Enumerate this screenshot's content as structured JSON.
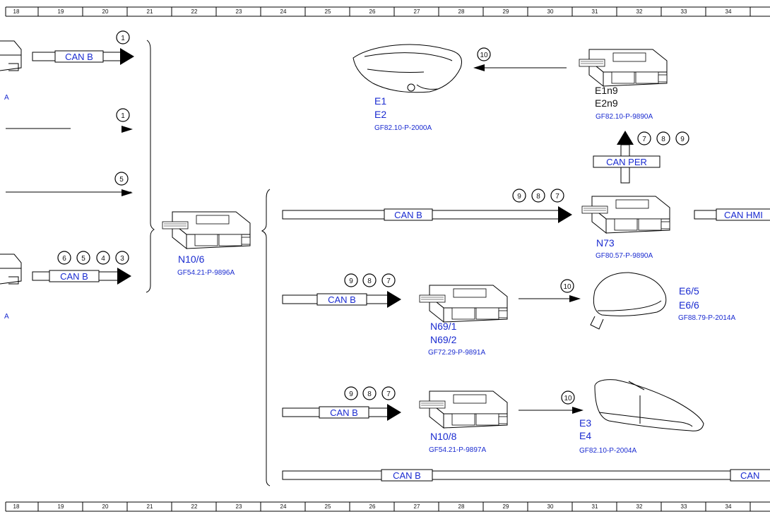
{
  "grid": {
    "columns": [
      "18",
      "19",
      "20",
      "21",
      "22",
      "23",
      "24",
      "25",
      "26",
      "27",
      "28",
      "29",
      "30",
      "31",
      "32",
      "33",
      "34"
    ]
  },
  "colors": {
    "label": "#1a2bd0",
    "line": "#000000"
  },
  "components": {
    "left_top": {
      "ref": "A"
    },
    "left_bottom": {
      "ref": "A"
    },
    "n10_6": {
      "labels": [
        "N10/6"
      ],
      "ref": "GF54.21-P-9896A"
    },
    "e1": {
      "labels": [
        "E1",
        "E2"
      ],
      "ref": "GF82.10-P-2000A"
    },
    "e1n9": {
      "labels": [
        "E1n9",
        "E2n9"
      ],
      "ref": "GF82.10-P-9890A"
    },
    "n73": {
      "labels": [
        "N73"
      ],
      "ref": "GF80.57-P-9890A"
    },
    "n69": {
      "labels": [
        "N69/1",
        "N69/2"
      ],
      "ref": "GF72.29-P-9891A"
    },
    "e6": {
      "labels": [
        "E6/5",
        "E6/6"
      ],
      "ref": "GF88.79-P-2014A"
    },
    "n10_8": {
      "labels": [
        "N10/8"
      ],
      "ref": "GF54.21-P-9897A"
    },
    "e3": {
      "labels": [
        "E3",
        "E4"
      ],
      "ref": "GF82.10-P-2004A"
    }
  },
  "buses": {
    "can_b": "CAN B",
    "can_per": "CAN PER",
    "can_hmi": "CAN HMI",
    "can": "CAN"
  },
  "signals": {
    "s_top": [
      "1"
    ],
    "s_mid": [
      "1"
    ],
    "s_five": [
      "5"
    ],
    "s_bottom": [
      "6",
      "5",
      "4",
      "3"
    ],
    "s_n73": [
      "9",
      "8",
      "7"
    ],
    "s_per": [
      "7",
      "8",
      "9"
    ],
    "s_n69": [
      "9",
      "8",
      "7"
    ],
    "s_n10_8": [
      "9",
      "8",
      "7"
    ],
    "s_e1": [
      "10"
    ],
    "s_e6": [
      "10"
    ],
    "s_e3": [
      "10"
    ]
  }
}
